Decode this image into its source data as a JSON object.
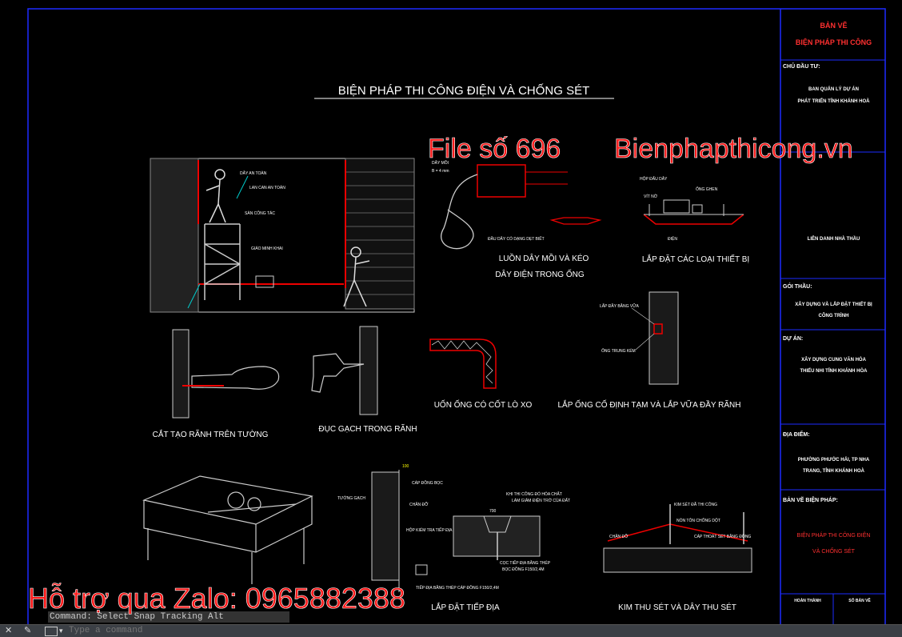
{
  "drawing": {
    "main_title": "BIỆN PHÁP THI CÔNG ĐIỆN VÀ CHỐNG SÉT",
    "scaffold_labels": [
      "DÂY AN TOÀN",
      "LAN CAN AN TOÀN",
      "SÀN CÔNG TÁC",
      "GIÁO MINH KHAI"
    ],
    "pipe_labels": [
      "DÂY MỒI",
      "B = 4 mm",
      "ĐẦU DÂY CÓ DẠNG DẸT BIẾT"
    ],
    "device_labels": [
      "HỘP ĐẤU DÂY",
      "ỐNG GHEN",
      "VÍT NỞ",
      "ĐIỆN"
    ],
    "groove_labels": [
      "LẤP ĐẦY BẰNG VỮA",
      "ỐNG TRUNG KÉM"
    ],
    "earth_labels": [
      "TƯỜNG GẠCH",
      "CÁP ĐỒNG BỌC",
      "CHÂN ĐỠ",
      "HỘP KIỂM TRA TIẾP ĐỊA",
      "TIẾP ĐỊA BẰNG THÉP CÁP ĐỒNG F150/2,4M",
      "100"
    ],
    "trench_labels": [
      "KHI THI CÔNG ĐỔ HÓA CHẤT",
      "LÀM GIẢM ĐIỆN TRỞ CỦA ĐẤT",
      "700",
      "CỌC TIẾP ĐỊA BẰNG THÉP",
      "BỌC ĐỒNG F150/2,4M"
    ],
    "rod_labels": [
      "KIM SÉT ĐÃ THI CÔNG",
      "NÓN TÔN CHỐNG DỘT",
      "CÁP THOÁT SÉT BẰNG ĐỒNG",
      "CHÂN ĐỠ"
    ],
    "captions": {
      "wiring": "LUỒN DÂY MỒI VÀ KÉO",
      "wiring2": "DÂY ĐIỆN TRONG ỐNG",
      "devices": "LẮP ĐẶT CÁC LOẠI THIẾT BỊ",
      "bend": "UỐN ỐNG CÓ CỐT LÒ XO",
      "fix": "LẮP ỐNG CỐ ĐỊNH TẠM VÀ LẮP VỮA ĐẦY RÃNH",
      "groove": "CẮT TẠO RÃNH TRÊN TƯỜNG",
      "drill": "ĐỤC GẠCH TRONG RÃNH",
      "earthing": "LẮP ĐẶT TIẾP ĐỊA",
      "rod": "KIM THU SÉT VÀ DÂY THU SÉT"
    }
  },
  "title_block": {
    "header1": "BẢN VẼ",
    "header2": "BIỆN PHÁP THI CÔNG",
    "owner_label": "CHỦ ĐẦU TƯ:",
    "owner_text1": "BAN QUẢN LÝ DỰ ÁN",
    "owner_text2": "PHÁT TRIỂN TỈNH KHÁNH HOÀ",
    "contractor_text": "LIÊN DANH NHÀ THẦU",
    "package_label": "GÓI THẦU:",
    "package_text1": "XÂY DỰNG VÀ LẮP ĐẶT THIẾT BỊ",
    "package_text2": "CÔNG TRÌNH",
    "project_label": "DỰ ÁN:",
    "project_text1": "XÂY DỰNG CUNG VĂN HÓA",
    "project_text2": "THIẾU NHI TỈNH KHÁNH HÒA",
    "location_label": "ĐỊA ĐIỂM:",
    "location_text1": "PHƯỜNG PHƯỚC HẢI, TP NHA",
    "location_text2": "TRANG, TỈNH KHÁNH HOÀ",
    "drawing_label": "BẢN VẼ BIỆN PHÁP:",
    "drawing_text1": "BIỆN PHÁP THI CÔNG ĐIỆN",
    "drawing_text2": "VÀ CHỐNG SÉT",
    "completed_label": "HOÀN THÀNH",
    "sheet_label": "SỐ BẢN VẼ"
  },
  "watermarks": {
    "file": "File số 696",
    "site": "Bienphapthicong.vn",
    "zalo": "Hỗ trợ qua Zalo: 0965882388"
  },
  "command": {
    "placeholder": "Type a command",
    "history": "Command: Select Snap Tracking Alt"
  }
}
